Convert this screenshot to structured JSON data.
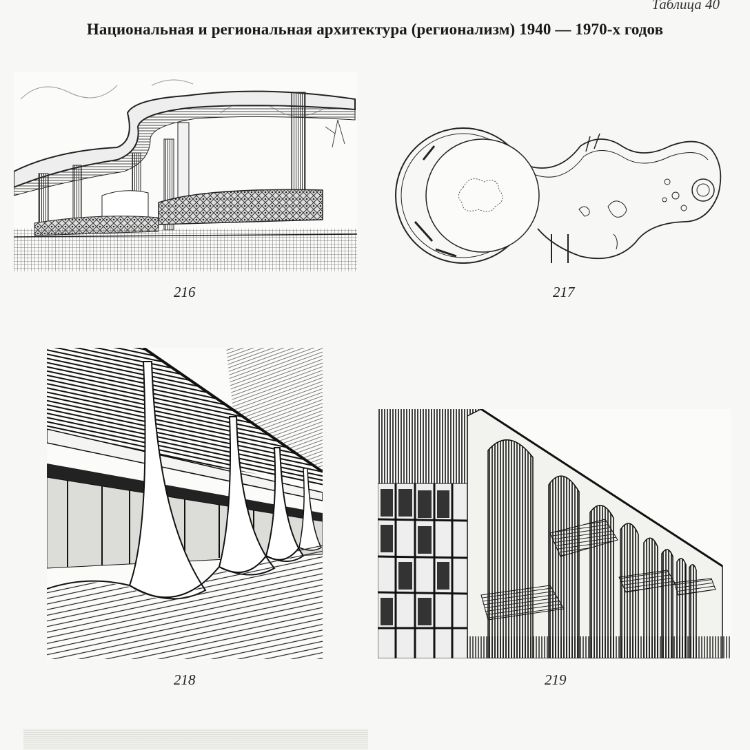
{
  "header": {
    "table_label": "Таблица 40",
    "title": "Национальная и региональная архитектура (регионализм) 1940 — 1970-х годов"
  },
  "figures": [
    {
      "number": "216"
    },
    {
      "number": "217"
    },
    {
      "number": "218"
    },
    {
      "number": "219"
    }
  ]
}
